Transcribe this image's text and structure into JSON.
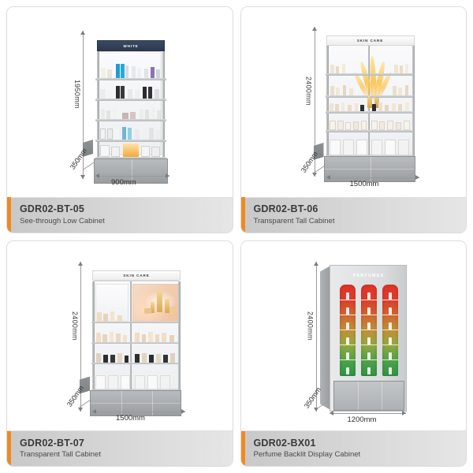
{
  "page": {
    "background_color": "#ffffff",
    "accent_color": "#f08a1e",
    "caption_bg_color": "#d0d0d0"
  },
  "products": [
    {
      "code": "GDR02-BT-05",
      "description": "See-through Low Cabinet",
      "header_text": "WHITE",
      "header_style": "navy",
      "dimensions": {
        "height": "1950mm",
        "width": "900mm",
        "depth": "350mm"
      }
    },
    {
      "code": "GDR02-BT-06",
      "description": "Transparent Tall Cabinet",
      "header_text": "SKIN CARE",
      "header_style": "white",
      "dimensions": {
        "height": "2400mm",
        "width": "1500mm",
        "depth": "350mm"
      }
    },
    {
      "code": "GDR02-BT-07",
      "description": "Transparent Tall Cabinet",
      "header_text": "SKIN CARE",
      "header_style": "white",
      "dimensions": {
        "height": "2400mm",
        "width": "1500mm",
        "depth": "350mm"
      }
    },
    {
      "code": "GDR02-BX01",
      "description": "Perfume Backlit Display Cabinet",
      "header_text": "PERFUMES",
      "header_style": "white",
      "dimensions": {
        "height": "2400mm",
        "width": "1200mm",
        "depth": "350mm"
      }
    }
  ]
}
